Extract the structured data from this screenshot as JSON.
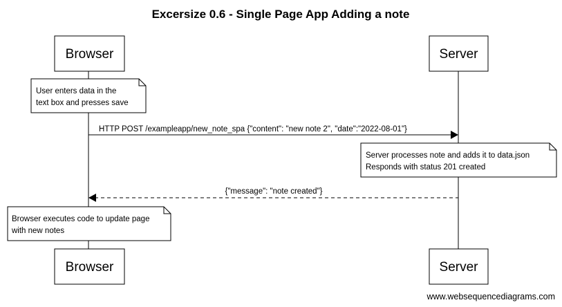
{
  "title": "Excersize 0.6 - Single Page App Adding a note",
  "participants": {
    "browser": "Browser",
    "server": "Server"
  },
  "notes": {
    "user_input": [
      "User enters data in the",
      "text box and presses save"
    ],
    "server_process": [
      "Server processes note and adds it to data.json",
      "Responds with status 201 created"
    ],
    "browser_update": [
      "Browser executes code to update page",
      "with new notes"
    ]
  },
  "messages": {
    "post_request": "HTTP POST /exampleapp/new_note_spa {\"content\": \"new note 2\", \"date\":\"2022-08-01\"}",
    "response": "{\"message\": \"note created\"}"
  },
  "watermark": "www.websequencediagrams.com"
}
